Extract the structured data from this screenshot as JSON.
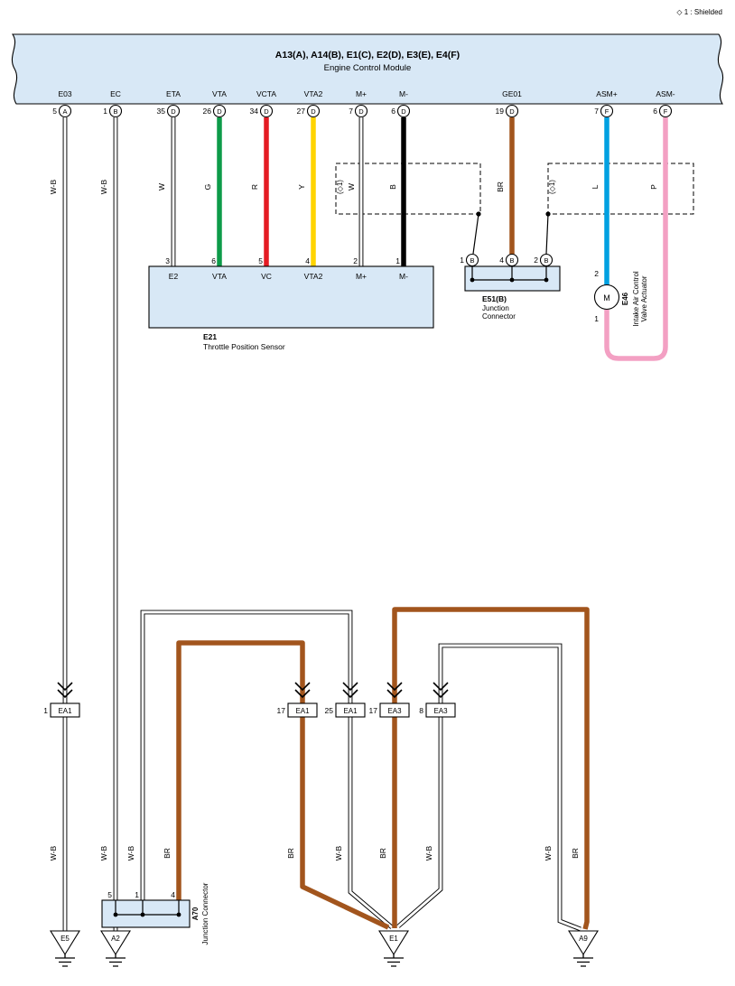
{
  "colors": {
    "panel": "#d8e8f6",
    "green": "#0d9b49",
    "red": "#e41b23",
    "yellow": "#ffd400",
    "black": "#000000",
    "brown": "#a2551d",
    "blue": "#00a0e1",
    "pink": "#f3a0c3"
  },
  "note": {
    "shield": "◇ 1 : Shielded"
  },
  "ecm": {
    "title": "A13(A), A14(B), E1(C), E2(D), E3(E), E4(F)",
    "subtitle": "Engine Control Module"
  },
  "shield_tag": "(◇1)",
  "pins": {
    "e03": {
      "signal": "E03",
      "num": "5",
      "letter": "A",
      "wire": "W-B"
    },
    "ec": {
      "signal": "EC",
      "num": "1",
      "letter": "B",
      "wire": "W-B"
    },
    "eta": {
      "signal": "ETA",
      "num": "35",
      "letter": "D",
      "wire": "W"
    },
    "vta": {
      "signal": "VTA",
      "num": "26",
      "letter": "D",
      "wire": "G"
    },
    "vcta": {
      "signal": "VCTA",
      "num": "34",
      "letter": "D",
      "wire": "R"
    },
    "vta2": {
      "signal": "VTA2",
      "num": "27",
      "letter": "D",
      "wire": "Y"
    },
    "mp": {
      "signal": "M+",
      "num": "7",
      "letter": "D",
      "wire": "W"
    },
    "mm": {
      "signal": "M-",
      "num": "6",
      "letter": "D",
      "wire": "B"
    },
    "ge01": {
      "signal": "GE01",
      "num": "19",
      "letter": "D",
      "wire": "BR"
    },
    "asmp": {
      "signal": "ASM+",
      "num": "7",
      "letter": "F",
      "wire": "L"
    },
    "asmm": {
      "signal": "ASM-",
      "num": "6",
      "letter": "F",
      "wire": "P"
    }
  },
  "e21": {
    "name": "E21",
    "desc": "Throttle Position Sensor",
    "pin_nums": [
      "3",
      "6",
      "5",
      "4",
      "2",
      "1"
    ],
    "pin_labels": [
      "E2",
      "VTA",
      "VC",
      "VTA2",
      "M+",
      "M-"
    ]
  },
  "e51": {
    "name": "E51(B)",
    "desc1": "Junction",
    "desc2": "Connector",
    "pins": [
      {
        "num": "1",
        "letter": "B"
      },
      {
        "num": "4",
        "letter": "B"
      },
      {
        "num": "2",
        "letter": "B"
      }
    ]
  },
  "e46": {
    "name": "E46",
    "desc1": "Intake Air Control",
    "desc2": "Valve Actuator",
    "motor": "M",
    "pin_top": "2",
    "pin_bottom": "1"
  },
  "connectors": [
    {
      "num": "1",
      "code": "EA1"
    },
    {
      "num": "17",
      "code": "EA1"
    },
    {
      "num": "25",
      "code": "EA1"
    },
    {
      "num": "17",
      "code": "EA3"
    },
    {
      "num": "8",
      "code": "EA3"
    }
  ],
  "a70": {
    "name": "A70",
    "desc": "Junction Connector",
    "pin_nums": [
      "5",
      "1",
      "4"
    ]
  },
  "grounds": [
    {
      "label": "E5"
    },
    {
      "label": "A2"
    },
    {
      "label": "E1"
    },
    {
      "label": "A9"
    }
  ],
  "bottom_wire_labels": [
    "W-B",
    "W-B",
    "W-B",
    "BR",
    "BR",
    "W-B",
    "BR",
    "W-B",
    "W-B",
    "BR"
  ]
}
